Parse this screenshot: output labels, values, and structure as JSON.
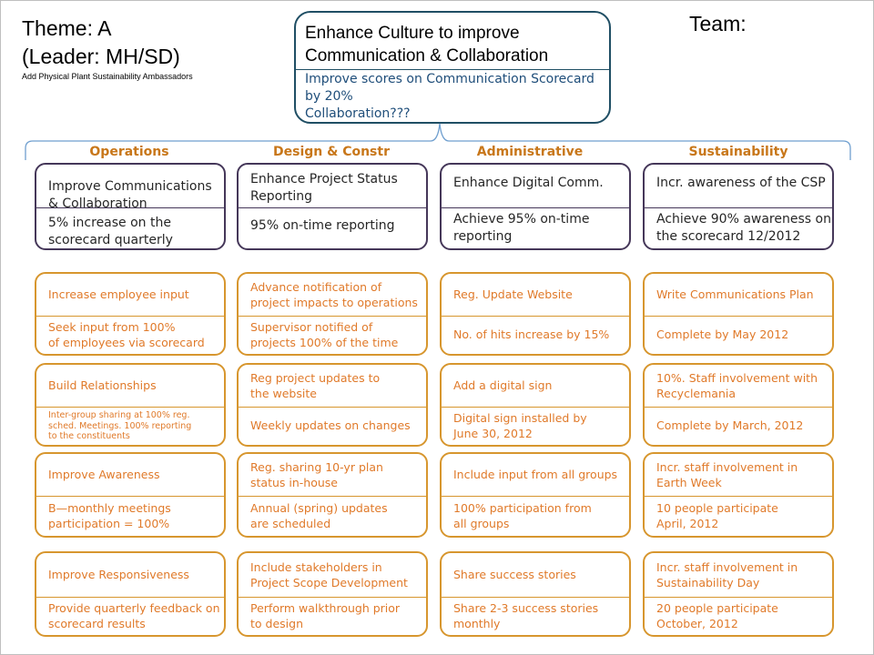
{
  "theme": {
    "line1": "Theme: A",
    "line2": "(Leader: MH/SD)",
    "note": "Add Physical Plant Sustainability Ambassadors"
  },
  "team_label": "Team:",
  "central": {
    "title_line1": "Enhance Culture to improve",
    "title_line2": "Communication  & Collaboration",
    "sub_line1": "Improve scores on Communication Scorecard",
    "sub_line2": "by 20%",
    "sub_line3": "Collaboration???"
  },
  "columns": [
    {
      "heading": "Operations",
      "objective": {
        "top": [
          "Improve Communications",
          "& Collaboration"
        ],
        "bottom": [
          "5% increase on the",
          "scorecard quarterly"
        ]
      },
      "initiatives": [
        {
          "top": [
            "Increase employee input"
          ],
          "bottom": [
            "Seek input from 100%",
            "of employees via scorecard"
          ]
        },
        {
          "top": [
            "Build Relationships"
          ],
          "bottom": [
            "Inter-group sharing at 100% reg.",
            "sched. Meetings. 100% reporting",
            "to the constituents"
          ]
        },
        {
          "top": [
            "Improve Awareness"
          ],
          "bottom": [
            "B—monthly meetings",
            "participation = 100%"
          ]
        },
        {
          "top": [
            "Improve Responsiveness"
          ],
          "bottom": [
            "Provide quarterly feedback on",
            "scorecard results"
          ]
        }
      ]
    },
    {
      "heading": "Design & Constr",
      "objective": {
        "top": [
          "Enhance Project Status",
          "Reporting"
        ],
        "bottom": [
          "95% on-time reporting"
        ]
      },
      "initiatives": [
        {
          "top": [
            "Advance notification of",
            "project impacts to operations"
          ],
          "bottom": [
            "Supervisor notified of",
            "projects 100% of the time"
          ]
        },
        {
          "top": [
            "Reg project updates to",
            "the website"
          ],
          "bottom": [
            "Weekly updates on changes"
          ]
        },
        {
          "top": [
            "Reg. sharing 10-yr plan",
            "status in-house"
          ],
          "bottom": [
            "Annual (spring) updates",
            "are scheduled"
          ]
        },
        {
          "top": [
            "Include stakeholders in",
            "Project Scope Development"
          ],
          "bottom": [
            "Perform walkthrough prior",
            "to design"
          ]
        }
      ]
    },
    {
      "heading": "Administrative",
      "objective": {
        "top": [
          "Enhance Digital Comm."
        ],
        "bottom": [
          "Achieve 95% on-time",
          "reporting"
        ]
      },
      "initiatives": [
        {
          "top": [
            "Reg. Update Website"
          ],
          "bottom": [
            "No. of hits increase by 15%"
          ]
        },
        {
          "top": [
            "Add a digital sign"
          ],
          "bottom": [
            "Digital sign installed by",
            "June 30, 2012"
          ]
        },
        {
          "top": [
            "Include input from all groups"
          ],
          "bottom": [
            "100% participation from",
            "all groups"
          ]
        },
        {
          "top": [
            "Share success stories"
          ],
          "bottom": [
            "Share 2-3 success stories",
            "monthly"
          ]
        }
      ]
    },
    {
      "heading": "Sustainability",
      "objective": {
        "top": [
          "Incr. awareness of the CSP"
        ],
        "bottom": [
          "Achieve 90% awareness on",
          "the scorecard 12/2012"
        ]
      },
      "initiatives": [
        {
          "top": [
            "Write Communications Plan"
          ],
          "bottom": [
            "Complete by May 2012"
          ]
        },
        {
          "top": [
            "10%. Staff involvement with",
            " Recyclemania"
          ],
          "bottom": [
            "Complete by March, 2012"
          ]
        },
        {
          "top": [
            "Incr. staff involvement in",
            "Earth Week"
          ],
          "bottom": [
            "10 people participate",
            "April, 2012"
          ]
        },
        {
          "top": [
            "Incr. staff involvement in",
            "Sustainability Day"
          ],
          "bottom": [
            "20 people participate",
            "October, 2012"
          ]
        }
      ]
    }
  ],
  "colors": {
    "central_border": "#1f4e64",
    "objective_border": "#453759",
    "initiative_border": "#d7962e",
    "heading_text": "#c8771a",
    "initiative_text": "#e07a2a"
  }
}
